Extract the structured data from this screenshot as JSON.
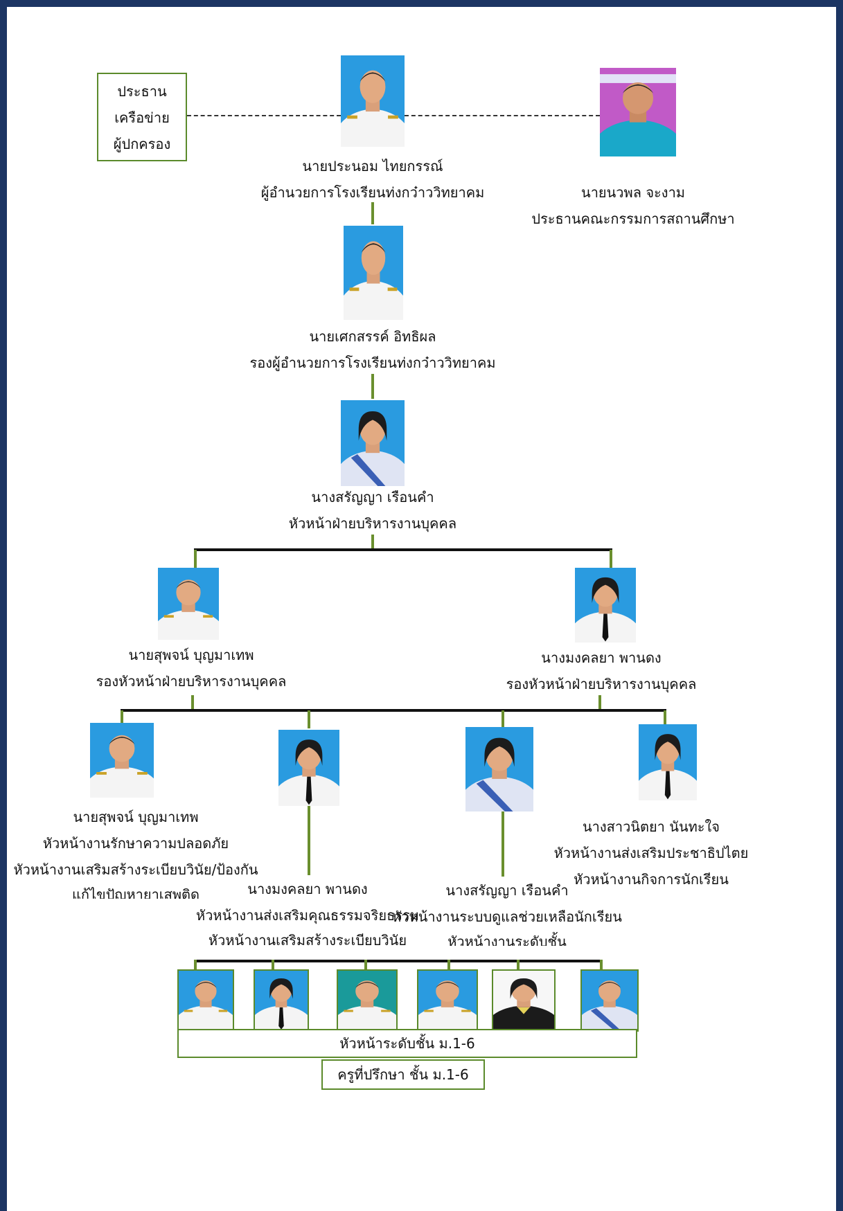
{
  "network": {
    "line1": "ประธาน",
    "line2": "เครือข่าย",
    "line3": "ผู้ปกครอง"
  },
  "director": {
    "name": "นายประนอม   ไทยกรรณ์",
    "title": "ผู้อำนวยการโรงเรียนท่งกว๋าววิทยาคม"
  },
  "board": {
    "name": "นายนวพล   จะงาม",
    "title": "ประธานคณะกรรมการสถานศึกษา"
  },
  "deputy": {
    "name": "นายเศกสรรค์   อิทธิผล",
    "title": "รองผู้อำนวยการโรงเรียนท่งกว๋าววิทยาคม"
  },
  "head": {
    "name": "นางสรัญญา   เรือนคำ",
    "title": "หัวหน้าฝ่ายบริหารงานบุคคล"
  },
  "assistant_left": {
    "name": "นายสุพจน์   บุญมาเทพ",
    "title": "รองหัวหน้าฝ่ายบริหารงานบุคคล"
  },
  "assistant_right": {
    "name": "นางมงคลยา   พานดง",
    "title": "รองหัวหน้าฝ่ายบริหารงานบุคคล"
  },
  "staff": [
    {
      "name": "นายสุพจน์   บุญมาเทพ",
      "line1": "หัวหน้างานรักษาความปลอดภัย",
      "line2": "หัวหน้างานเสริมสร้างระเบียบวินัย/ป้องกัน",
      "line3": "แก้ไขปัญหายาเสพติด"
    },
    {
      "name": "นางมงคลยา   พานดง",
      "line1": "หัวหน้างานส่งเสริมคุณธรรมจริยธรรม",
      "line2": "หัวหน้างานเสริมสร้างระเบียบวินัย"
    },
    {
      "name": "นางสรัญญา   เรือนคำ",
      "line1": "หัวหน้างานระบบดูแลช่วยเหลือนักเรียน",
      "line2": "หัวหน้างานระดับชั้น"
    },
    {
      "name": "นางสาวนิตยา   นันทะใจ",
      "line1": "หัวหน้างานส่งเสริมประชาธิปไตย",
      "line2": "หัวหน้างานกิจการนักเรียน"
    }
  ],
  "grade_heads": "หัวหน้าระดับชั้น ม.1-6",
  "advisors": "ครูที่ปรึกษา ชั้น ม.1-6",
  "colors": {
    "frame": "#1c3563",
    "connector_green": "#6a8f2e",
    "box_border": "#5b8a2b",
    "photo_bg": "#2a9be0"
  }
}
